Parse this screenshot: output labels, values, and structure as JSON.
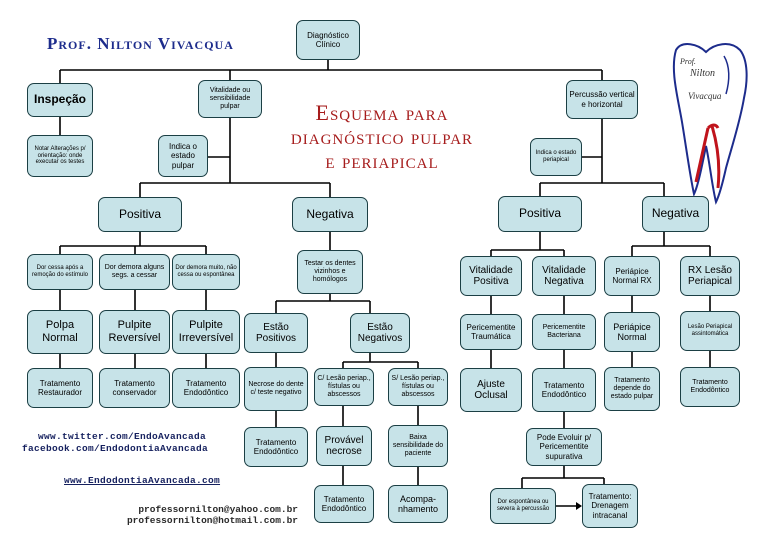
{
  "author": "Prof. Nilton Vivacqua",
  "title_lines": [
    "Esquema para",
    "diagnóstico pulpar",
    "e periapical"
  ],
  "logo": {
    "text_lines": [
      "Prof.",
      "Nilton",
      "Vivacqua"
    ],
    "colors": {
      "outline": "#1d2c8c",
      "root": "#c0141c"
    }
  },
  "boxes": {
    "diagnostico_clinico": "Diagnóstico Clínico",
    "inspecao": "Inspeção",
    "notar_alteracoes": "Notar Alterações p/ orientação: onde executar os testes",
    "vitalidade": "Vitalidade ou sensibilidade pulpar",
    "indica_estado_pulpar": "Indica o estado pulpar",
    "percussao": "Percussão vertical e horizontal",
    "indica_estado_periapical": "Indica o estado periapical",
    "positiva_left": "Positiva",
    "negativa_left": "Negativa",
    "positiva_right": "Positiva",
    "negativa_right": "Negativa",
    "dor_cessa": "Dor cessa após a remoção do estímulo",
    "dor_demora": "Dor demora alguns segs. a cessar",
    "dor_demora_muito": "Dor demora muito, não cessa ou espontânea",
    "testar_dentes": "Testar os dentes vizinhos e homólogos",
    "polpa_normal": "Polpa Normal",
    "pulpite_reversivel": "Pulpite Reversível",
    "pulpite_irreversivel": "Pulpite Irreversível",
    "estao_positivos": "Estão Positivos",
    "estao_negativos": "Estão Negativos",
    "trat_restaurador": "Tratamento Restaurador",
    "trat_conservador": "Tratamento conservador",
    "trat_endodontico_1": "Tratamento Endodôntico",
    "necrose_dente": "Necrose do dente c/ teste negativo",
    "c_lesao": "C/ Lesão periap., fístulas ou abscessos",
    "s_lesao": "S/ Lesão periap., fístulas ou abscessos",
    "trat_endodontico_2": "Tratamento Endodôntico",
    "provavel_necrose": "Provável necrose",
    "baixa_sensibilidade": "Baixa sensibilidade do paciente",
    "trat_endodontico_3": "Tratamento Endodôntico",
    "acompanhamento": "Acompa- nhamento",
    "vitalidade_positiva": "Vitalidade Positiva",
    "vitalidade_negativa": "Vitalidade Negativa",
    "periapice_normal_rx": "Periápice Normal RX",
    "rx_lesao_periapical": "RX Lesão Periapical",
    "pericementite_traumatica": "Pericementite Traumática",
    "pericementite_bacteriana": "Pericementite Bacteriana",
    "periapice_normal": "Periápice Normal",
    "lesao_periapical_assintomatica": "Lesão Periapical assintomática",
    "ajuste_oclusal": "Ajuste Oclusal",
    "trat_endodontico_4": "Tratamento Endodôntico",
    "trat_depende": "Tratamento depende do estado pulpar",
    "trat_endodontico_5": "Tratamento Endodôntico",
    "pode_evoluir": "Pode Evoluir p/ Pericementite supurativa",
    "dor_espontanea": "Dor espontânea ou severa à percussão",
    "trat_drenagem": "Tratamento: Drenagem intracanal"
  },
  "links": {
    "twitter": "www.twitter.com/EndoAvancada",
    "facebook": "facebook.com/EndodontiaAvancada",
    "site": "www.EndodontiaAvancada.com"
  },
  "emails": [
    "professornilton@yahoo.com.br",
    "professornilton@hotmail.com.br"
  ]
}
